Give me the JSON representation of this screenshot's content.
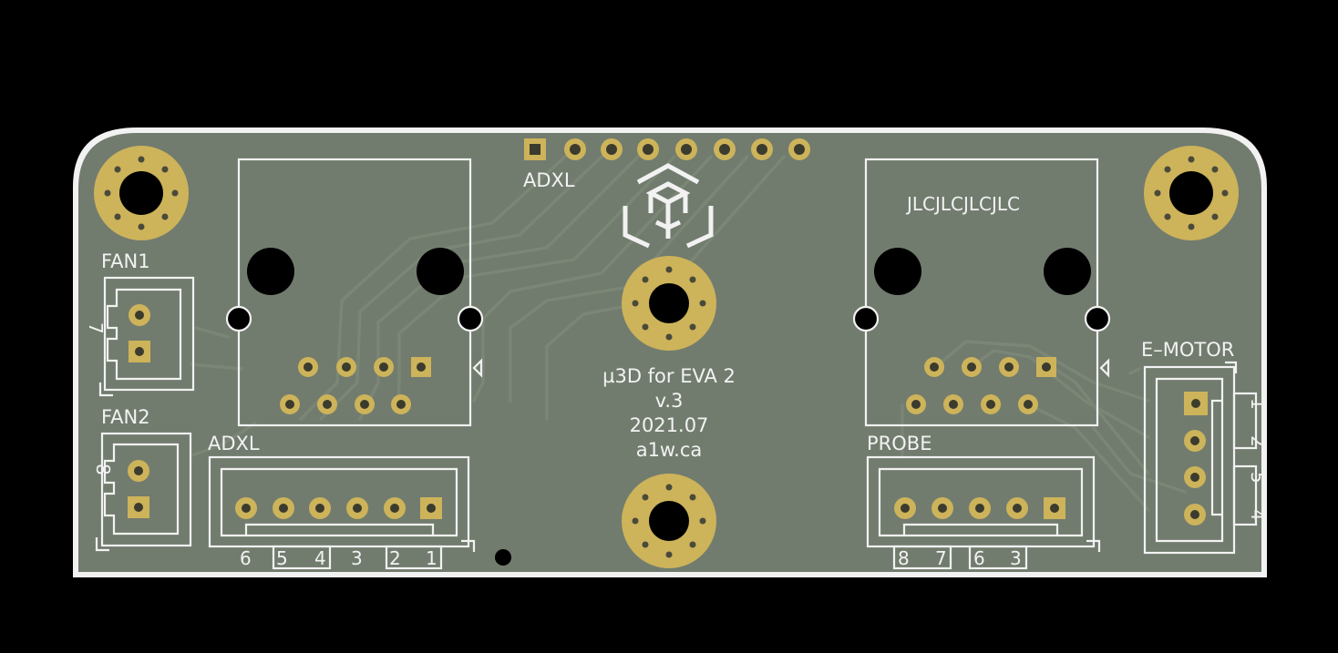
{
  "board": {
    "title_line1": "µ3D for EVA 2",
    "title_line2": "v.3",
    "title_line3": "2021.07",
    "title_line4": "a1w.ca",
    "jlc_mark": "JLCJLCJLCJLC",
    "colors": {
      "background": "#000000",
      "board": "#717c6e",
      "edge": "#f2f2f2",
      "gold": "#cdb35a",
      "silkscreen": "#f2f2f2"
    }
  },
  "labels": {
    "adxl_header": "ADXL",
    "fan1": "FAN1",
    "fan2": "FAN2",
    "fan1_pin": "7",
    "fan2_pin": "8",
    "adxl_connector": "ADXL",
    "probe": "PROBE",
    "emotor": "E–MOTOR"
  },
  "adxl_pins": [
    "6",
    "5",
    "4",
    "3",
    "2",
    "1"
  ],
  "probe_pins": [
    "8",
    "7",
    "6",
    "3"
  ],
  "emotor_pins": [
    "1",
    "2",
    "5",
    "4"
  ]
}
